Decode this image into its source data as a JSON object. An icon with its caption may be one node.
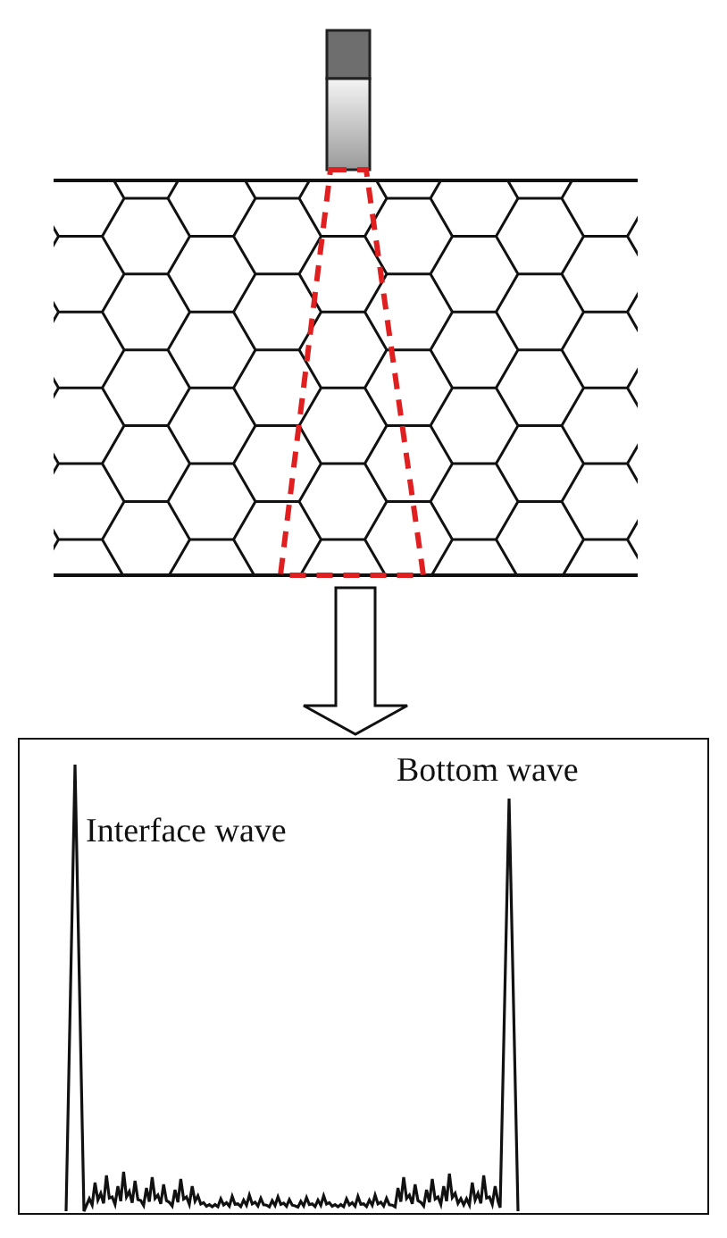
{
  "diagram": {
    "nodes": [
      {
        "text": [],
        "shape": "picture"
      },
      {
        "text": [],
        "shape": "box"
      }
    ],
    "edges": [
      {
        "from": 0,
        "to": 1,
        "arrow": "to"
      }
    ],
    "labels": [
      "Interface wave",
      "Bottom wave"
    ]
  }
}
